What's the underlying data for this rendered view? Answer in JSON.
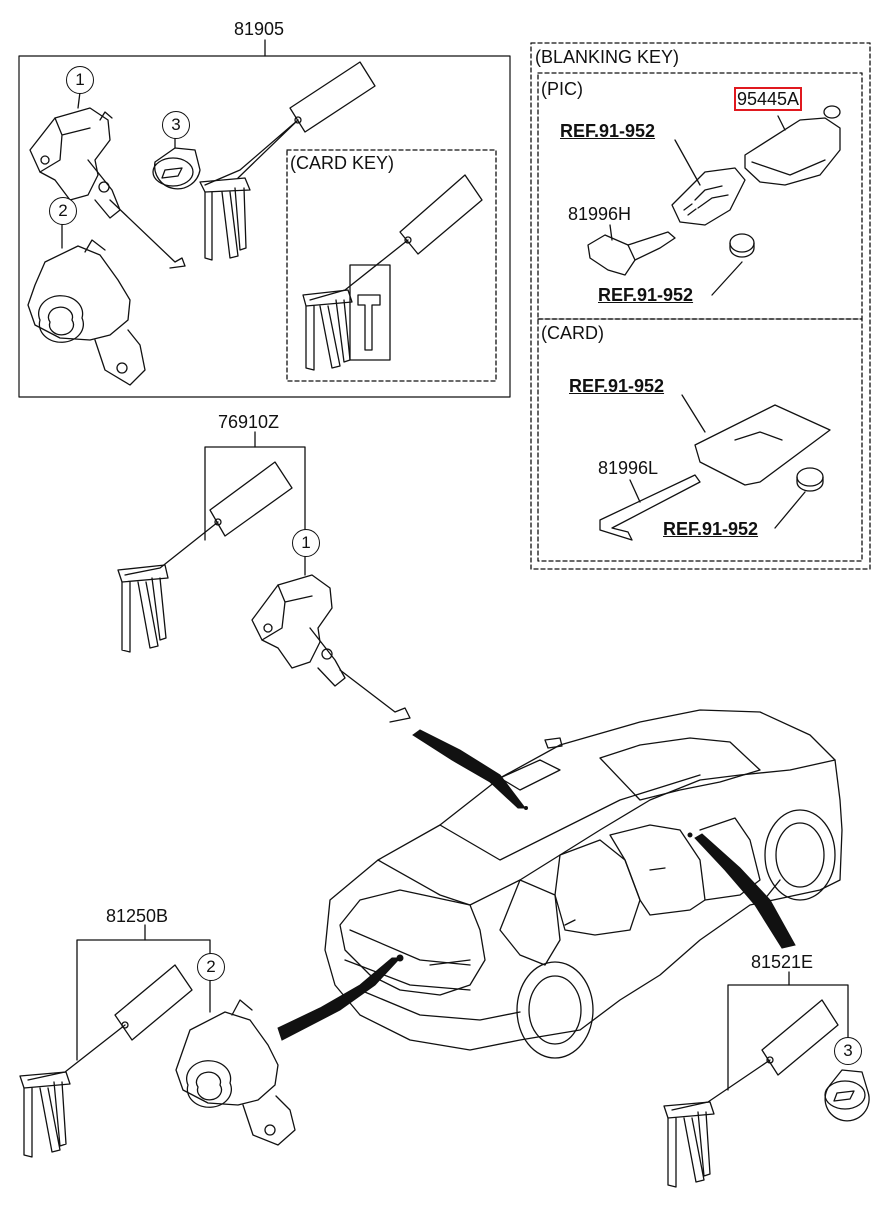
{
  "parts": {
    "p81905": "81905",
    "p76910Z": "76910Z",
    "p81250B": "81250B",
    "p81521E": "81521E",
    "p95445A": "95445A",
    "p81996H": "81996H",
    "p81996L": "81996L"
  },
  "refs": {
    "r1": "REF.91-952",
    "r2": "REF.91-952",
    "r3": "REF.91-952",
    "r4": "REF.91-952"
  },
  "groups": {
    "blanking_key": "(BLANKING KEY)",
    "pic": "(PIC)",
    "card": "(CARD)",
    "card_key": "(CARD KEY)"
  },
  "callouts": {
    "c1a": "1",
    "c2a": "2",
    "c3a": "3",
    "c1b": "1",
    "c2b": "2",
    "c3b": "3"
  },
  "colors": {
    "line": "#111111",
    "highlight": "#e0191f"
  }
}
